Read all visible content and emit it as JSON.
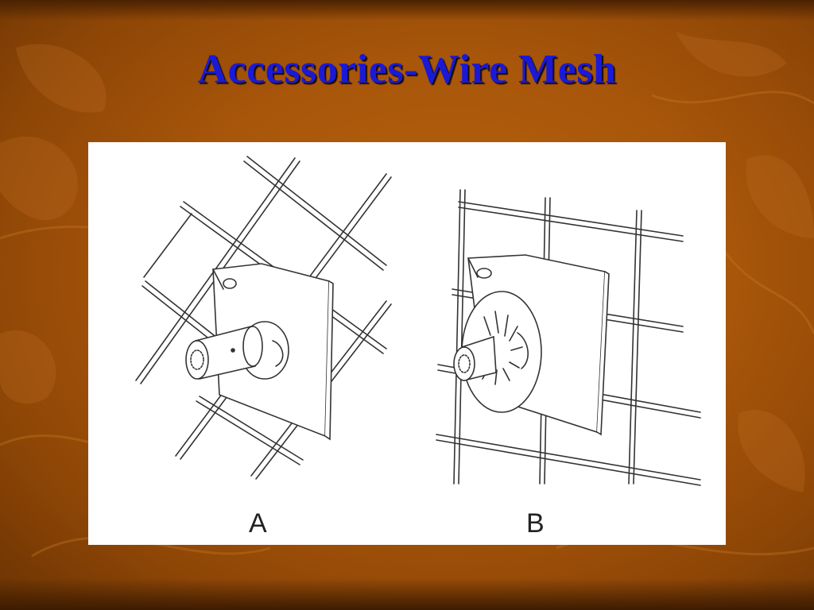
{
  "slide": {
    "title": "Accessories-Wire Mesh",
    "background_color": "#a8560a",
    "title_color": "#1a1ad6"
  },
  "figure": {
    "captions": [
      "A",
      "B"
    ]
  }
}
